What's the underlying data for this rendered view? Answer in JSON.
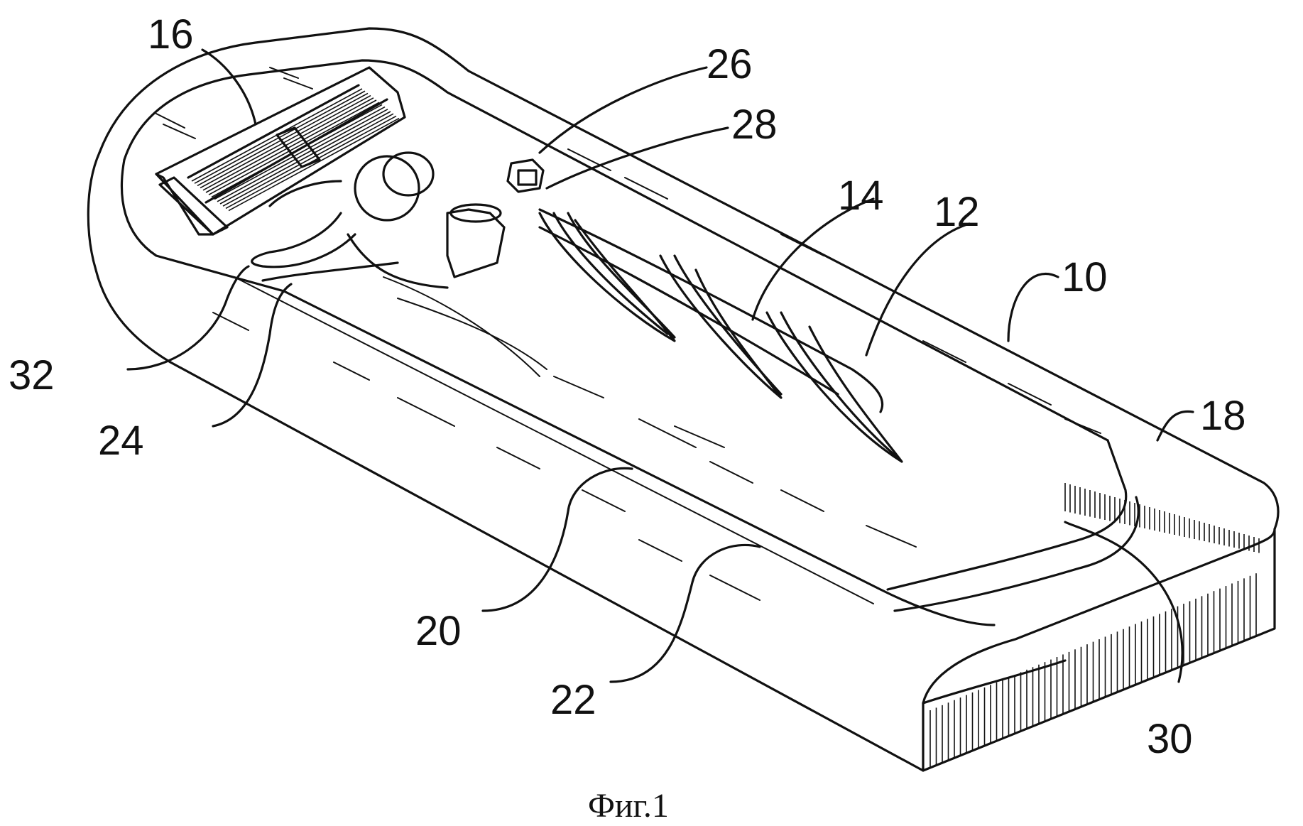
{
  "figure": {
    "caption": "Фиг.1",
    "labels": {
      "l10": "10",
      "l12": "12",
      "l14": "14",
      "l16": "16",
      "l18": "18",
      "l20": "20",
      "l22": "22",
      "l24": "24",
      "l26": "26",
      "l28": "28",
      "l30": "30",
      "l32": "32"
    }
  }
}
